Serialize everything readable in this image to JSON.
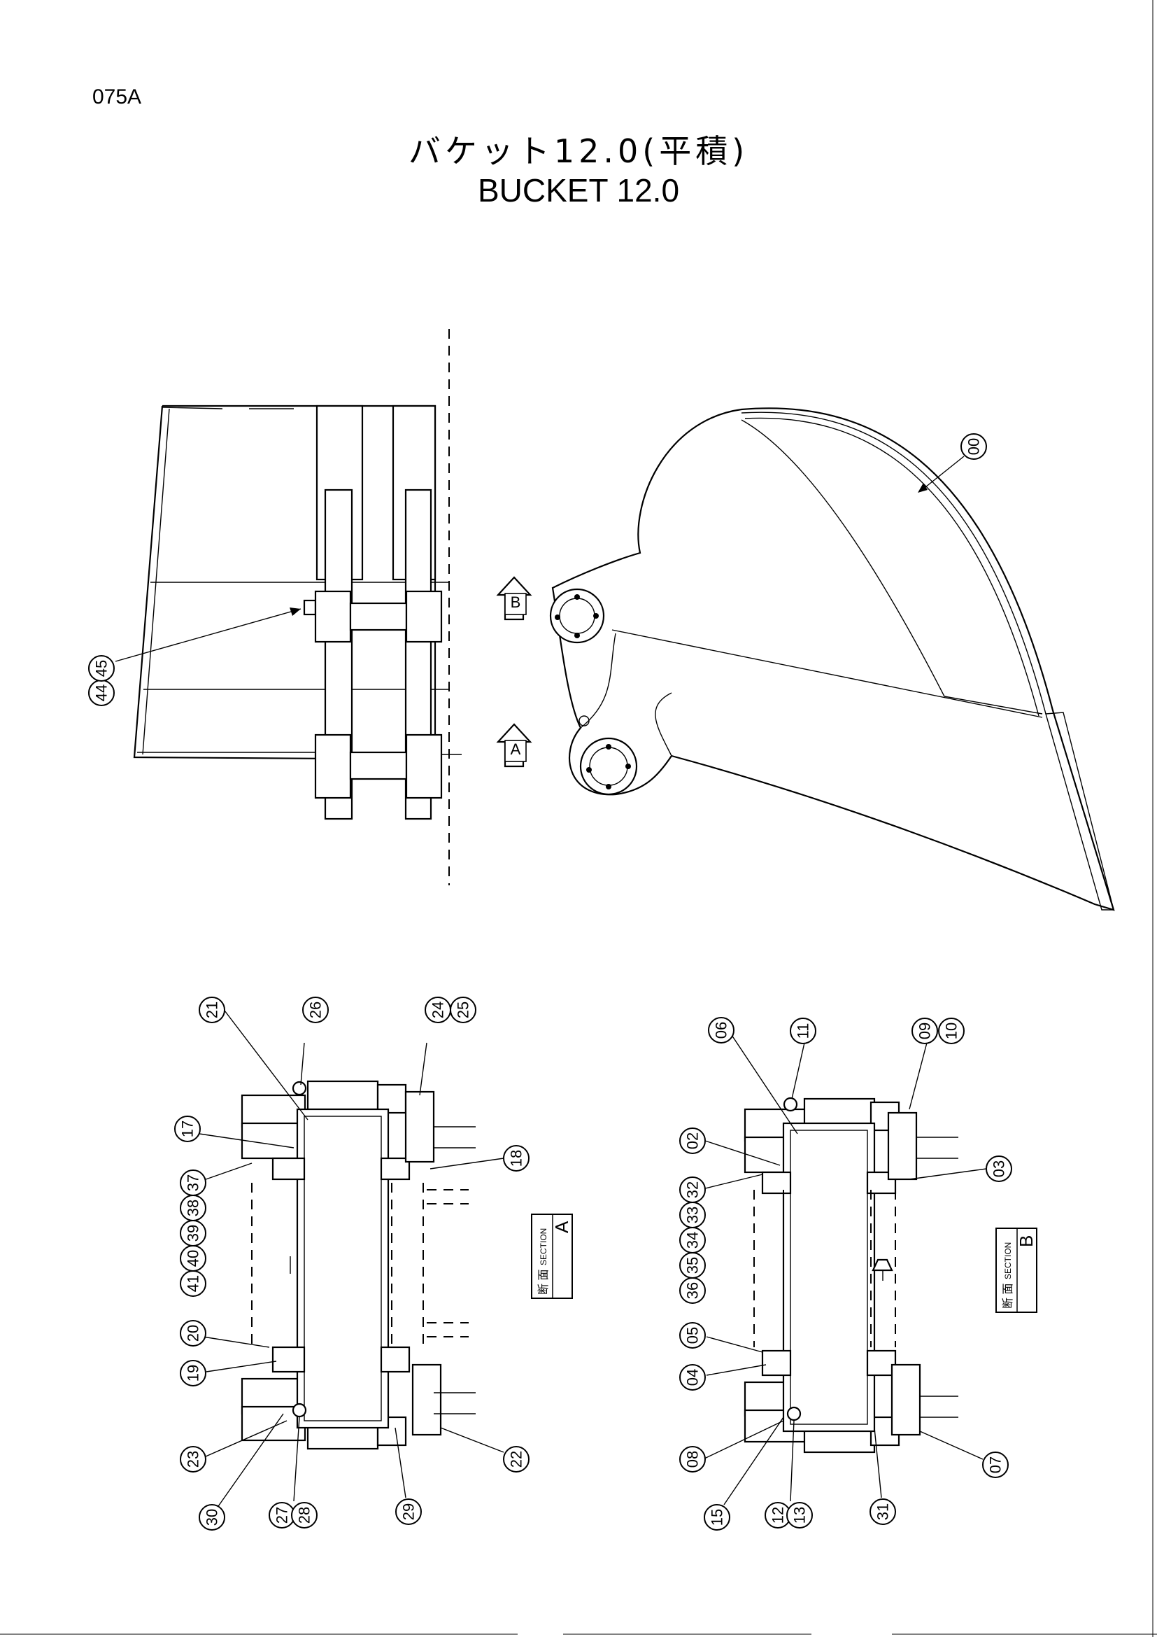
{
  "page_code": "075A",
  "title_jp": "バケット12.0(平積)",
  "title_en": "BUCKET 12.0",
  "section_a": {
    "kanji": "断 面",
    "label": "SECTION",
    "letter": "A"
  },
  "section_b": {
    "kanji": "断 面",
    "label": "SECTION",
    "letter": "B"
  },
  "view_marker_a": "A",
  "view_marker_b": "B",
  "callouts": {
    "c00": "00",
    "c44": "44",
    "c45": "45",
    "c21": "21",
    "c26": "26",
    "c24": "24",
    "c25": "25",
    "c17": "17",
    "c18": "18",
    "c37": "37",
    "c38": "38",
    "c39": "39",
    "c40": "40",
    "c41": "41",
    "c20": "20",
    "c19": "19",
    "c23": "23",
    "c22": "22",
    "c30": "30",
    "c27": "27",
    "c28": "28",
    "c29": "29",
    "c06": "06",
    "c11": "11",
    "c09": "09",
    "c10": "10",
    "c02": "02",
    "c03": "03",
    "c32": "32",
    "c33": "33",
    "c34": "34",
    "c35": "35",
    "c36": "36",
    "c05": "05",
    "c04": "04",
    "c08": "08",
    "c07": "07",
    "c15": "15",
    "c12": "12",
    "c13": "13",
    "c31": "31"
  }
}
